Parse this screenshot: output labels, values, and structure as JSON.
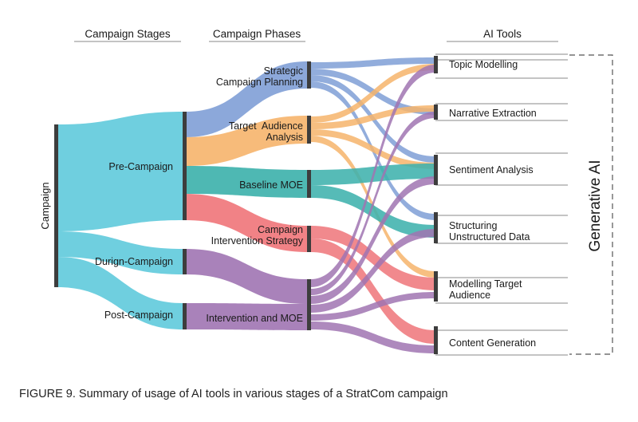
{
  "column_headers": {
    "stages": "Campaign Stages",
    "phases": "Campaign Phases",
    "tools": "AI Tools"
  },
  "root_label": "Campaign",
  "group_label": "Generative AI",
  "caption": "FIGURE 9. Summary of usage of AI tools in various stages of a StratCom campaign",
  "nodes": {
    "stages": [
      {
        "id": "pre",
        "label": "Pre-Campaign"
      },
      {
        "id": "during",
        "label": "Durign-Campaign"
      },
      {
        "id": "post",
        "label": "Post-Campaign"
      }
    ],
    "phases": [
      {
        "id": "scp",
        "label": [
          "Strategic",
          "Campaign Planning"
        ]
      },
      {
        "id": "taa",
        "label": [
          "Target  Audience",
          "Analysis"
        ]
      },
      {
        "id": "bmoe",
        "label": [
          "Baseline MOE"
        ]
      },
      {
        "id": "cis",
        "label": [
          "Campaign",
          "Intervention Strategy"
        ]
      },
      {
        "id": "imoe",
        "label": [
          "Intervention and MOE"
        ]
      }
    ],
    "tools": [
      {
        "id": "tm",
        "label": [
          "Topic Modelling"
        ]
      },
      {
        "id": "ne",
        "label": [
          "Narrative Extraction"
        ]
      },
      {
        "id": "sa",
        "label": [
          "Sentiment Analysis"
        ]
      },
      {
        "id": "sud",
        "label": [
          "Structuring",
          "Unstructured Data"
        ]
      },
      {
        "id": "mta",
        "label": [
          "Modelling Target",
          "Audience"
        ]
      },
      {
        "id": "cg",
        "label": [
          "Content Generation"
        ]
      }
    ]
  },
  "colors": {
    "campaign_flow": "#6fcfdf",
    "strategic": "#7f9fd6",
    "target_audience": "#f6b46b",
    "baseline": "#3fb2ad",
    "intervention_strategy": "#ef7479",
    "intervention_moe": "#a074b2",
    "node_bar": "#3d3d3d",
    "rule": "#8a8a8a"
  }
}
